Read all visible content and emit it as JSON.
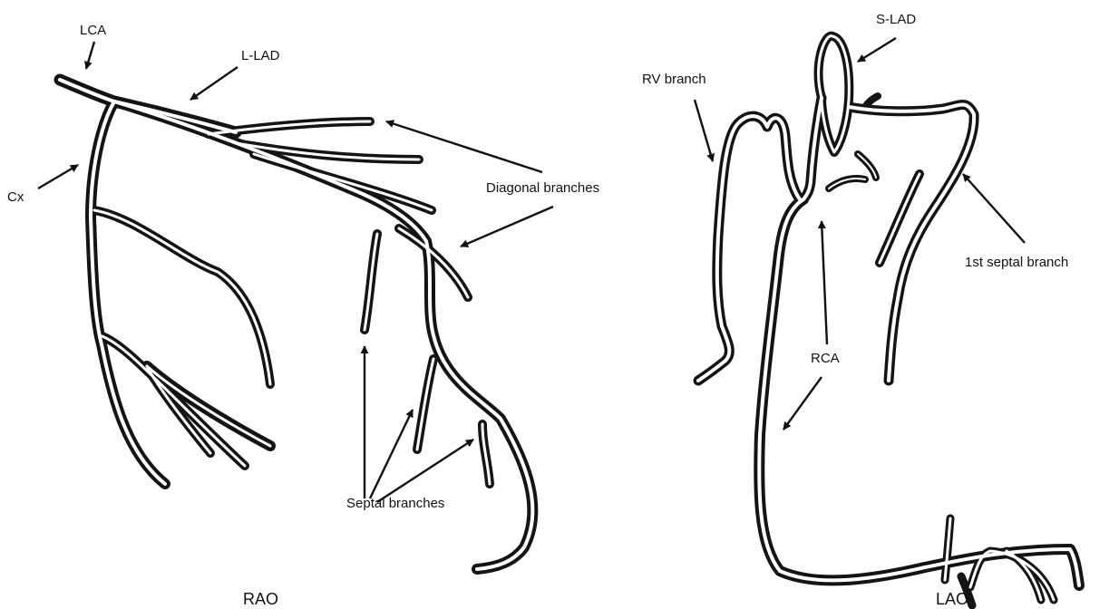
{
  "rao_view": {
    "view_label": "RAO",
    "labels": {
      "lca": "LCA",
      "l_lad": "L-LAD",
      "cx": "Cx",
      "diagonal": "Diagonal branches",
      "septal": "Septal branches"
    }
  },
  "lao_view": {
    "view_label": "LAO",
    "labels": {
      "s_lad": "S-LAD",
      "rv_branch": "RV branch",
      "first_septal": "1st septal branch",
      "rca": "RCA"
    }
  },
  "colors": {
    "vessel_outline": "#141414",
    "vessel_lumen": "#ffffff",
    "arrow": "#111111"
  }
}
